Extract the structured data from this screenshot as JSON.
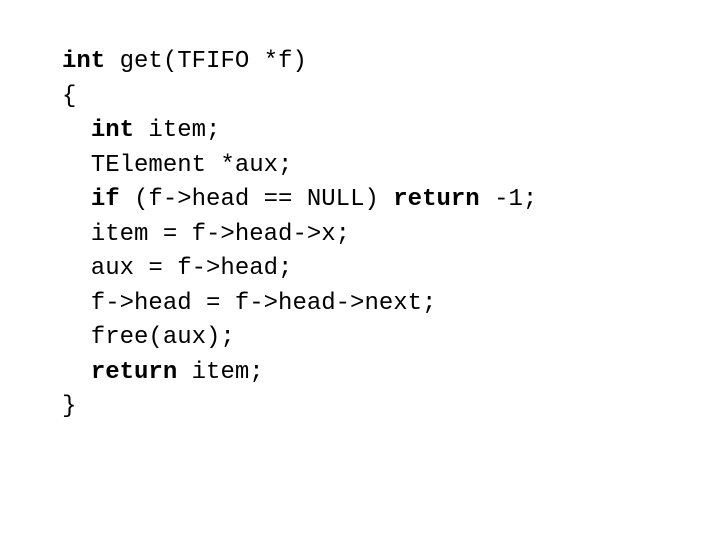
{
  "code": {
    "language": "c",
    "lines": [
      [
        {
          "t": "int",
          "kw": true
        },
        {
          "t": " get(TFIFO *f)"
        }
      ],
      [
        {
          "t": "{"
        }
      ],
      [
        {
          "t": "  "
        },
        {
          "t": "int",
          "kw": true
        },
        {
          "t": " item;"
        }
      ],
      [
        {
          "t": "  TElement *aux;"
        }
      ],
      [
        {
          "t": "  "
        },
        {
          "t": "if",
          "kw": true
        },
        {
          "t": " (f->head == NULL) "
        },
        {
          "t": "return",
          "kw": true
        },
        {
          "t": " -1;"
        }
      ],
      [
        {
          "t": "  item = f->head->x;"
        }
      ],
      [
        {
          "t": "  aux = f->head;"
        }
      ],
      [
        {
          "t": "  f->head = f->head->next;"
        }
      ],
      [
        {
          "t": "  free(aux);"
        }
      ],
      [
        {
          "t": "  "
        },
        {
          "t": "return",
          "kw": true
        },
        {
          "t": " item;"
        }
      ],
      [
        {
          "t": "}"
        }
      ]
    ]
  }
}
